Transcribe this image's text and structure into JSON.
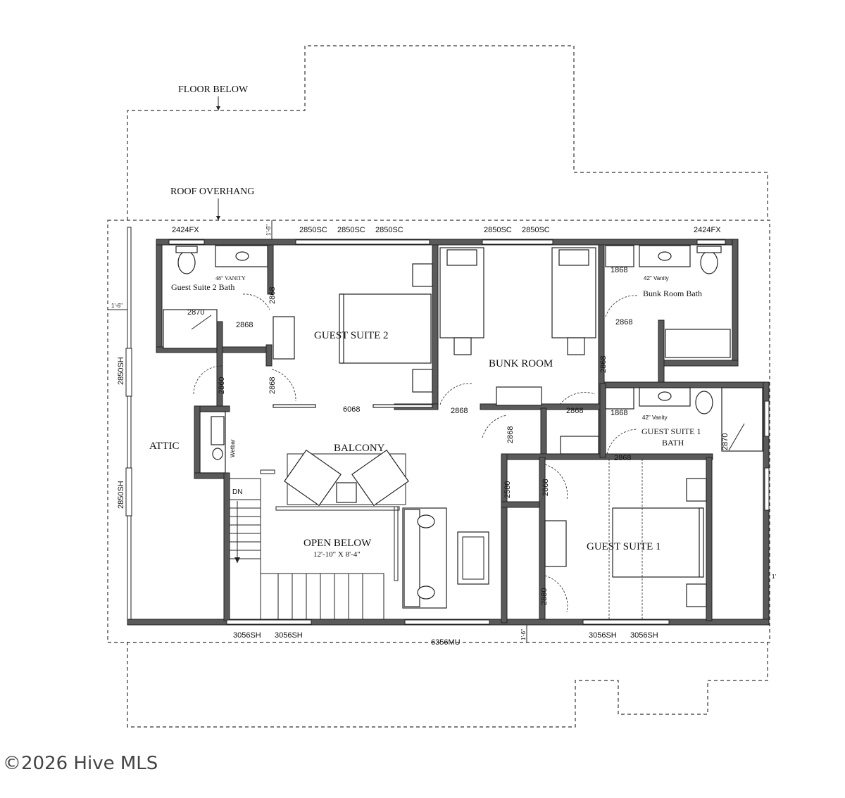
{
  "labels": {
    "floor_below": "FLOOR BELOW",
    "roof_overhang": "ROOF OVERHANG",
    "guest_suite_2_bath": "Guest Suite 2 Bath",
    "vanity_48": "48\" VANITY",
    "guest_suite_2": "GUEST SUITE 2",
    "bunk_room": "BUNK ROOM",
    "bunk_room_bath": "Bunk Room Bath",
    "vanity_42_a": "42\" Vanity",
    "vanity_42_b": "42\" Vanity",
    "guest_suite_1_bath_line1": "GUEST SUITE 1",
    "guest_suite_1_bath_line2": "BATH",
    "attic": "ATTIC",
    "balcony": "BALCONY",
    "wetbar": "Wetbar",
    "dn": "DN",
    "open_below": "OPEN BELOW",
    "open_below_size": "12'-10\" X 8'-4\"",
    "guest_suite_1": "GUEST SUITE 1",
    "overhang_top": "1'-6\"",
    "overhang_left": "1'-6\"",
    "overhang_bottom": "1'-6\"",
    "overhang_right": "1'"
  },
  "windows": {
    "w_2424fx_left": "2424FX",
    "w_2850sc_a": "2850SC",
    "w_2850sc_b": "2850SC",
    "w_2850sc_c": "2850SC",
    "w_2850sc_d": "2850SC",
    "w_2850sc_e": "2850SC",
    "w_2424fx_right": "2424FX",
    "w_2850sh_upper": "2850SH",
    "w_2850sh_lower": "2850SH",
    "w_3056sh_a": "3056SH",
    "w_3056sh_b": "3056SH",
    "w_6356mu": "6356MU",
    "w_3056sh_c": "3056SH",
    "w_3056sh_d": "3056SH"
  },
  "doors": {
    "d_2870_gs2bath": "2870",
    "d_2868_gs2bath": "2868",
    "d_2868_gs2_closet": "2868",
    "d_2860": "2860",
    "d_2868_gs2_entry": "2868",
    "d_6068": "6068",
    "d_2868_bunk_a": "2868",
    "d_2868_bunk_b": "2868",
    "d_2868_bunk_closet": "2868",
    "d_1868_bunk_bath": "1868",
    "d_2868_bunk_bath": "2868",
    "d_2868_hall": "2868",
    "d_1868_gs1_bath": "1868",
    "d_2870_gs1_bath": "2870",
    "d_2868_gs1_bath_entry": "2868",
    "d_2580": "2580",
    "d_2868_gs1_closet": "2868",
    "d_2880": "2880"
  },
  "watermark": "©2026 Hive MLS"
}
